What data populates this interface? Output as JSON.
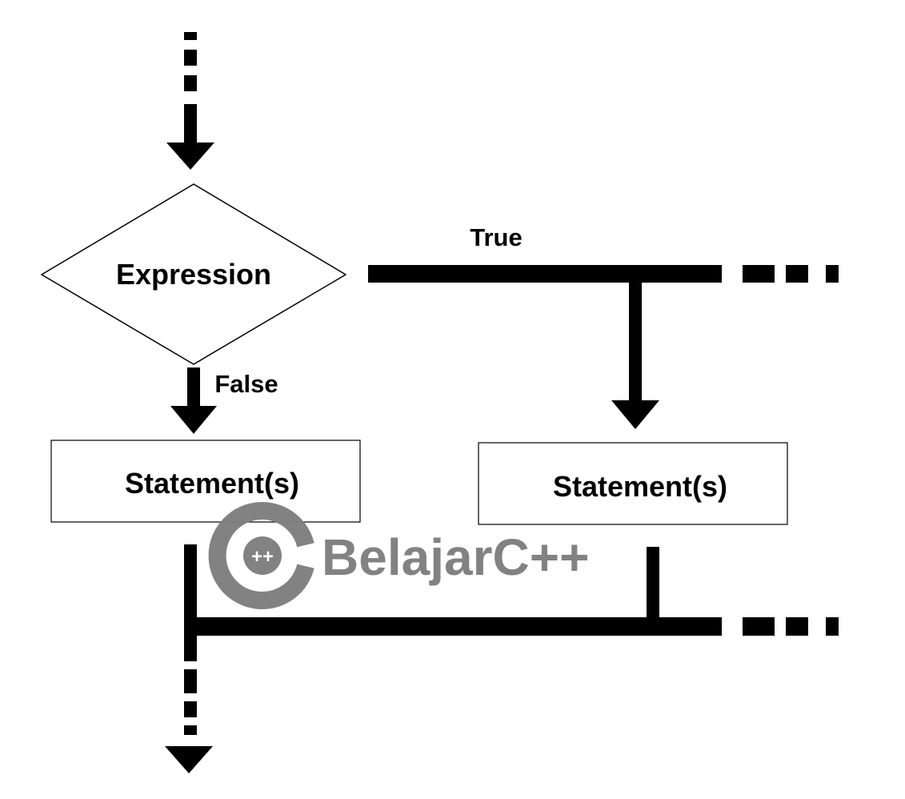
{
  "diagram": {
    "decision_label": "Expression",
    "true_label": "True",
    "false_label": "False",
    "false_statement_label": "Statement(s)",
    "true_statement_label": "Statement(s)"
  },
  "watermark": {
    "logo_glyph": "++",
    "text": "BelajarC++",
    "color": "#808080"
  },
  "colors": {
    "line": "#000000",
    "background": "#ffffff"
  }
}
